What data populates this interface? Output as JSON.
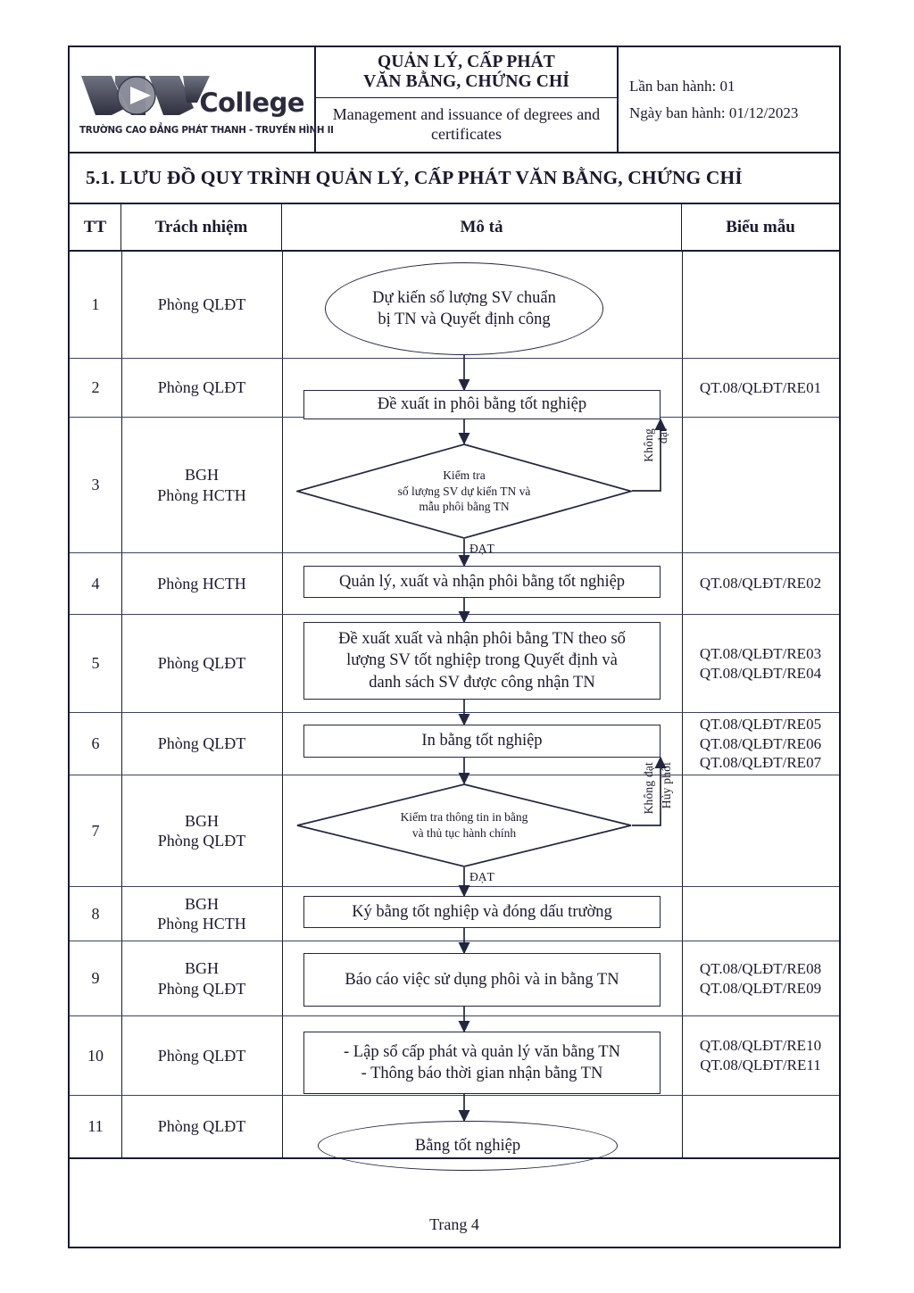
{
  "header": {
    "logo": {
      "wordmark": "VOV",
      "college_text": "College",
      "subtitle": "TRƯỜNG CAO ĐẲNG PHÁT THANH - TRUYỀN HÌNH II"
    },
    "title_vi_line1": "QUẢN LÝ, CẤP PHÁT",
    "title_vi_line2": "VĂN BẰNG, CHỨNG CHỈ",
    "title_en": "Management and issuance of degrees and certificates",
    "issue_number": "Lần ban hành: 01",
    "issue_date": "Ngày ban hành: 01/12/2023"
  },
  "section": {
    "title": "5.1. LƯU ĐỒ QUY TRÌNH QUẢN LÝ, CẤP PHÁT VĂN BẰNG, CHỨNG CHỈ"
  },
  "table": {
    "columns": [
      "TT",
      "Trách nhiệm",
      "Mô tả",
      "Biểu mẫu"
    ],
    "rows": [
      {
        "tt": "1",
        "responsibility": "Phòng QLĐT",
        "form": ""
      },
      {
        "tt": "2",
        "responsibility": "Phòng QLĐT",
        "form": "QT.08/QLĐT/RE01"
      },
      {
        "tt": "3",
        "responsibility": "BGH\nPhòng HCTH",
        "form": ""
      },
      {
        "tt": "4",
        "responsibility": "Phòng HCTH",
        "form": "QT.08/QLĐT/RE02"
      },
      {
        "tt": "5",
        "responsibility": "Phòng QLĐT",
        "form": "QT.08/QLĐT/RE03\nQT.08/QLĐT/RE04"
      },
      {
        "tt": "6",
        "responsibility": "Phòng QLĐT",
        "form": "QT.08/QLĐT/RE05\nQT.08/QLĐT/RE06\nQT.08/QLĐT/RE07"
      },
      {
        "tt": "7",
        "responsibility": "BGH\nPhòng QLĐT",
        "form": ""
      },
      {
        "tt": "8",
        "responsibility": "BGH\nPhòng HCTH",
        "form": ""
      },
      {
        "tt": "9",
        "responsibility": "BGH\nPhòng QLĐT",
        "form": "QT.08/QLĐT/RE08\nQT.08/QLĐT/RE09"
      },
      {
        "tt": "10",
        "responsibility": "Phòng QLĐT",
        "form": "QT.08/QLĐT/RE10\nQT.08/QLĐT/RE11"
      },
      {
        "tt": "11",
        "responsibility": "Phòng QLĐT",
        "form": ""
      }
    ]
  },
  "flowchart": {
    "type": "flow-diagram",
    "nodes": [
      {
        "id": "n1",
        "step": 1,
        "shape": "ellipse",
        "text": "Dự kiến số lượng SV chuẩn\nbị TN và Quyết định công"
      },
      {
        "id": "n2",
        "step": 2,
        "shape": "process",
        "text": "Đề xuất in phôi bằng tốt nghiệp"
      },
      {
        "id": "n3",
        "step": 3,
        "shape": "decision",
        "text": "Kiểm tra\nsố lượng SV dự kiến TN và\nmẫu phôi bằng TN"
      },
      {
        "id": "n4",
        "step": 4,
        "shape": "process",
        "text": "Quản lý, xuất và nhận phôi bằng tốt nghiệp"
      },
      {
        "id": "n5",
        "step": 5,
        "shape": "process",
        "text": "Đề xuất xuất và nhận phôi bằng TN theo số\nlượng SV tốt nghiệp trong Quyết định và\ndanh sách SV được công nhận TN"
      },
      {
        "id": "n6",
        "step": 6,
        "shape": "process",
        "text": "In bằng tốt nghiệp"
      },
      {
        "id": "n7",
        "step": 7,
        "shape": "decision",
        "text": "Kiểm tra thông tin in bằng\nvà thủ tục hành chính"
      },
      {
        "id": "n8",
        "step": 8,
        "shape": "process",
        "text": "Ký bằng tốt nghiệp và đóng dấu trường"
      },
      {
        "id": "n9",
        "step": 9,
        "shape": "process",
        "text": "Báo cáo việc sử dụng phôi và in bằng TN"
      },
      {
        "id": "n10",
        "step": 10,
        "shape": "process",
        "text": "- Lập sổ cấp phát và quản lý văn bằng TN\n- Thông báo thời gian nhận bằng TN"
      },
      {
        "id": "n11",
        "step": 11,
        "shape": "ellipse",
        "text": "Bằng tốt nghiệp"
      }
    ],
    "edge_labels": {
      "dat_1": "ĐẠT",
      "khong_dat_1_line1": "Không",
      "khong_dat_1_line2": "đạt",
      "dat_2": "ĐẠT",
      "khong_dat_2": "Không đạt",
      "huy_phoi": "Hủy phôi"
    }
  },
  "footer": {
    "page_label": "Trang 4"
  },
  "colors": {
    "ink": "#161b33",
    "line": "#22263f",
    "paper": "#ffffff"
  }
}
